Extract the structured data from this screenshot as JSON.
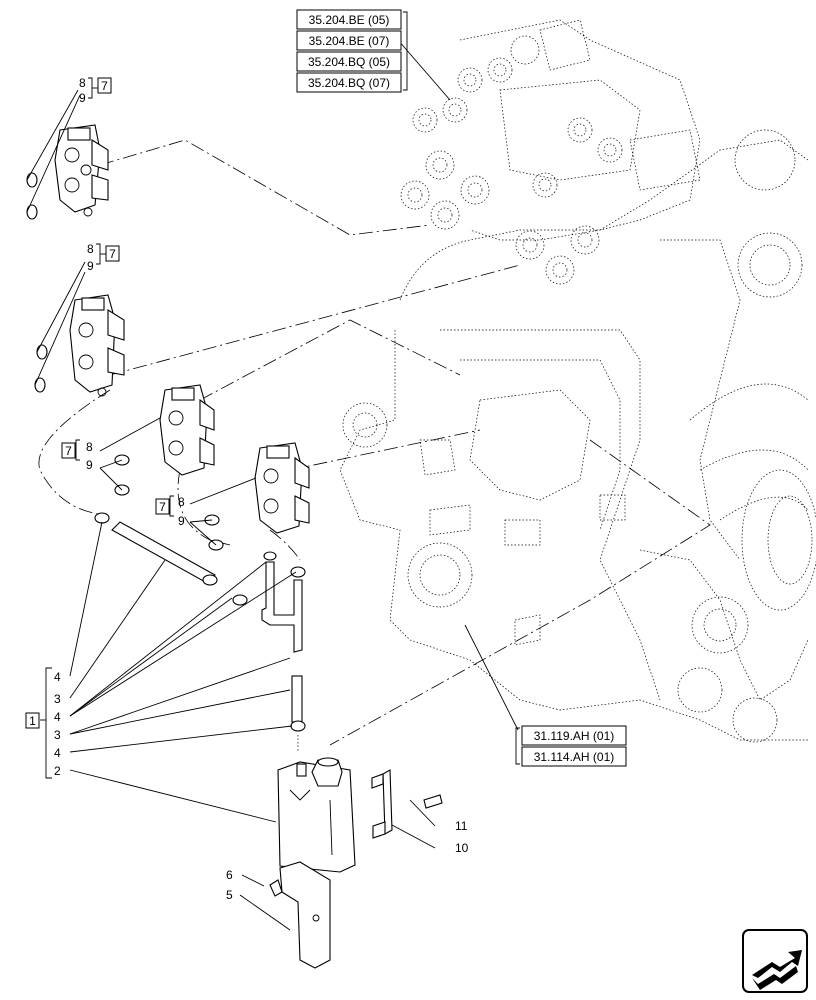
{
  "refs": {
    "valve_refs": [
      "35.204.BE (05)",
      "35.204.BE (07)",
      "35.204.BQ (05)",
      "35.204.BQ (07)"
    ],
    "housing_refs": [
      "31.119.AH (01)",
      "31.114.AH (01)"
    ]
  },
  "group_labels": {
    "g1": {
      "box": "7",
      "a": "8",
      "b": "9"
    },
    "g2": {
      "box": "7",
      "a": "8",
      "b": "9"
    },
    "g3": {
      "box": "7",
      "a": "8",
      "b": "9"
    },
    "g4": {
      "box": "7",
      "a": "8",
      "b": "9"
    }
  },
  "bracket_box": "1",
  "bracket_items": [
    "4",
    "3",
    "4",
    "3",
    "4",
    "2"
  ],
  "callouts": {
    "p11": "11",
    "p10": "10",
    "p6": "6",
    "p5": "5"
  },
  "icons": {
    "nav": "next-page-arrow-icon"
  }
}
